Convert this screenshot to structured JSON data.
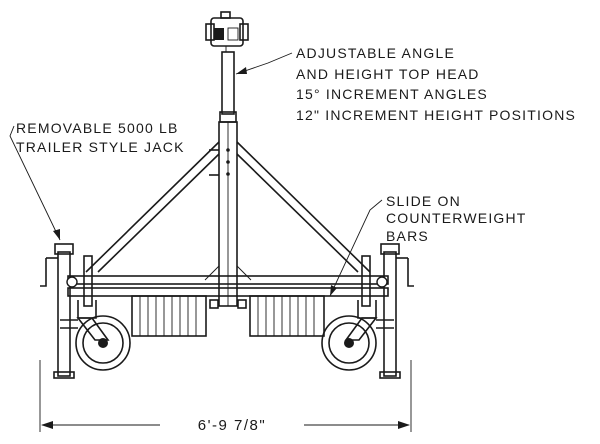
{
  "callouts": {
    "top_head": [
      "ADJUSTABLE ANGLE",
      "AND HEIGHT TOP HEAD",
      "15° INCREMENT ANGLES",
      "12\" INCREMENT HEIGHT POSITIONS"
    ],
    "jack": [
      "REMOVABLE 5000 LB",
      "TRAILER STYLE JACK"
    ],
    "counterweight": [
      "SLIDE ON",
      "COUNTERWEIGHT",
      "BARS"
    ]
  },
  "dimension": {
    "overall_width": "6'-9 7/8\""
  }
}
